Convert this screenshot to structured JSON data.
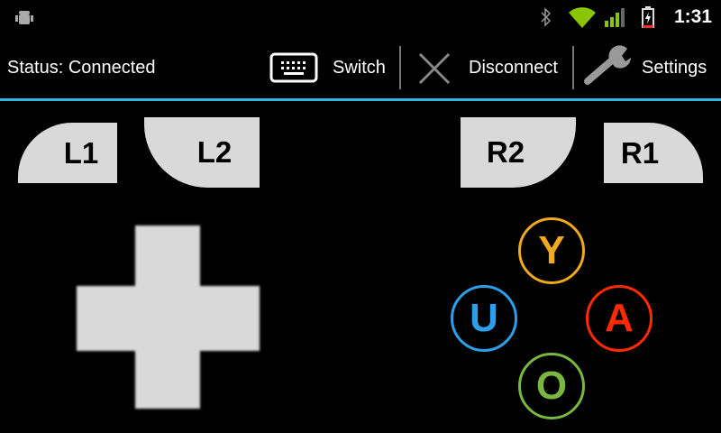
{
  "status_bar": {
    "time": "1:31",
    "icons": [
      "android-debug-icon",
      "bluetooth-icon",
      "wifi-icon",
      "signal-icon",
      "battery-charging-icon"
    ]
  },
  "action_bar": {
    "status": "Status: Connected",
    "switch_label": "Switch",
    "disconnect_label": "Disconnect",
    "settings_label": "Settings"
  },
  "controller": {
    "shoulders": {
      "l1": "L1",
      "l2": "L2",
      "r2": "R2",
      "r1": "R1"
    },
    "face_buttons": {
      "y": {
        "label": "Y",
        "color": "#f0a81c"
      },
      "u": {
        "label": "U",
        "color": "#2f9ee8"
      },
      "a": {
        "label": "A",
        "color": "#ff2a00"
      },
      "o": {
        "label": "O",
        "color": "#7ab640"
      }
    }
  },
  "colors": {
    "accent": "#33b5e5",
    "button": "#d9d9d9"
  }
}
